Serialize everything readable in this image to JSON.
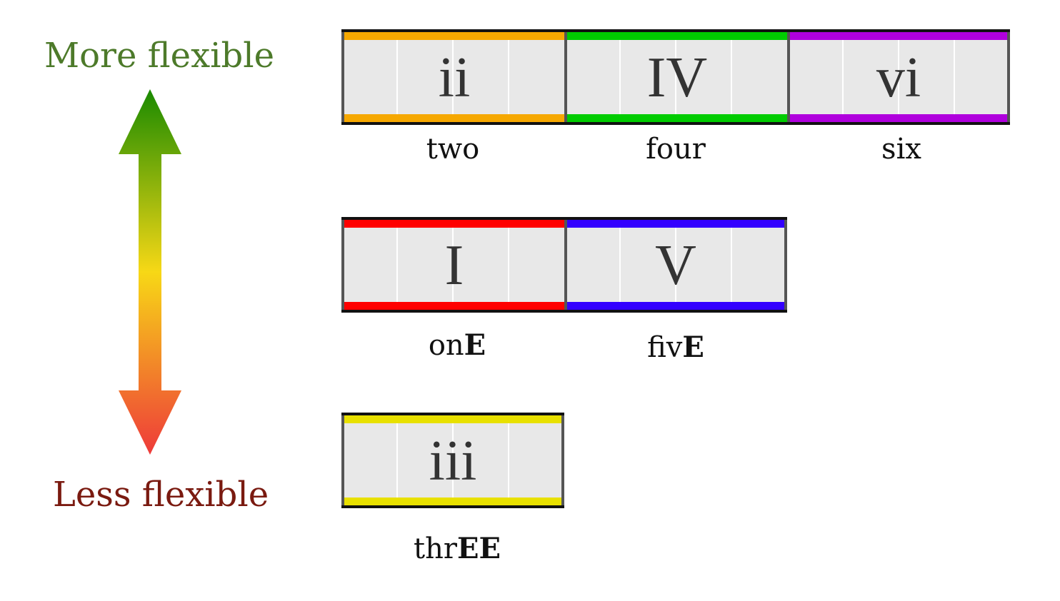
{
  "scale": {
    "top_label": "More flexible",
    "bottom_label": "Less flexible",
    "top_color": "#4d7a2a",
    "bottom_color": "#7a1a10"
  },
  "rows": [
    {
      "chords": [
        {
          "numeral": "ii",
          "name_plain": "two",
          "name_bold": "",
          "color": "#f6a800"
        },
        {
          "numeral": "IV",
          "name_plain": "four",
          "name_bold": "",
          "color": "#00cc00"
        },
        {
          "numeral": "vi",
          "name_plain": "six",
          "name_bold": "",
          "color": "#b000dd"
        }
      ]
    },
    {
      "chords": [
        {
          "numeral": "I",
          "name_plain": "on",
          "name_bold": "E",
          "color": "#ff0000"
        },
        {
          "numeral": "V",
          "name_plain": "fiv",
          "name_bold": "E",
          "color": "#3300ff"
        }
      ]
    },
    {
      "chords": [
        {
          "numeral": "iii",
          "name_plain": "thr",
          "name_bold": "EE",
          "color": "#e8e000"
        }
      ]
    }
  ]
}
